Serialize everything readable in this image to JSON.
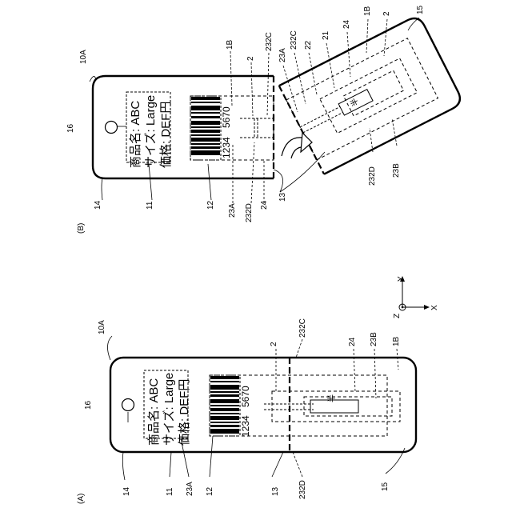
{
  "figure_a": {
    "panel_label": "(A)",
    "ref_10A": "10A",
    "ref_16": "16",
    "ref_14": "14",
    "ref_11": "11",
    "ref_23A": "23A",
    "ref_12": "12",
    "ref_13": "13",
    "ref_232D": "232D",
    "ref_15": "15",
    "ref_2": "2",
    "ref_232C": "232C",
    "ref_24": "24",
    "ref_23B": "23B",
    "ref_1B": "1B",
    "tag_line1": "商品名: ABC",
    "tag_line2": "サイズ: Large",
    "tag_line3": "価格: DEF円",
    "barcode_number_1": "1234",
    "barcode_number_2": "5670",
    "chip_mark": "半"
  },
  "figure_b": {
    "panel_label": "(B)",
    "ref_10A": "10A",
    "ref_16": "16",
    "ref_14": "14",
    "ref_11": "11",
    "ref_12": "12",
    "ref_23A": "23A",
    "ref_232D": "232D",
    "ref_24": "24",
    "ref_13": "13",
    "ref_1B": "1B",
    "ref_2": "2",
    "ref_232C": "232C",
    "ref_15": "15",
    "ref_232C_right": "232C",
    "ref_22": "22",
    "ref_23A_right": "23A",
    "ref_21": "21",
    "ref_24_right": "24",
    "ref_1B_right": "1B",
    "ref_2_right": "2",
    "ref_232D_right": "232D",
    "ref_23B": "23B",
    "tag_line1": "商品名: ABC",
    "tag_line2": "サイズ: Large",
    "tag_line3": "価格: DEF円",
    "barcode_number_1": "1234",
    "barcode_number_2": "5670",
    "chip_mark": "半"
  },
  "axes": {
    "x": "X",
    "y": "Y",
    "z": "Z"
  }
}
